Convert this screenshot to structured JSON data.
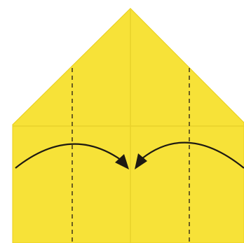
{
  "diagram": {
    "type": "origami-fold-step",
    "paper_color": "#f7e238",
    "paper_edge_color": "#e8cf1e",
    "crease_color": "#e9d12a",
    "fold_line_color": "#4a3f1a",
    "arrow_color": "#1e1a12",
    "fold_lines": [
      {
        "name": "left-valley-fold-line",
        "style": "dashed"
      },
      {
        "name": "right-valley-fold-line",
        "style": "dashed"
      }
    ],
    "arrows": [
      {
        "name": "left-fold-arrow",
        "direction": "left-to-center"
      },
      {
        "name": "right-fold-arrow",
        "direction": "right-to-center"
      }
    ]
  }
}
